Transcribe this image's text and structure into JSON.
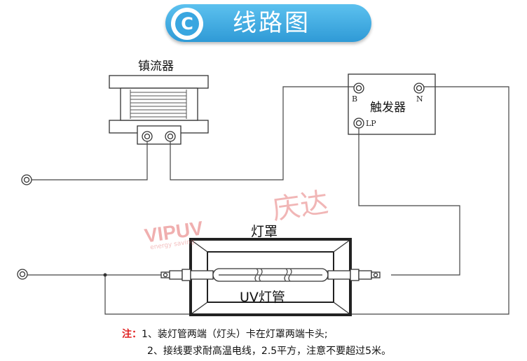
{
  "header": {
    "logo_glyph": "C",
    "title": "线路图",
    "color": "#3aa5e0"
  },
  "components": {
    "ballast": "镇流器",
    "trigger": "触发器",
    "lamp_housing": "灯罩",
    "uv_lamp": "UV灯管"
  },
  "trigger_pins": {
    "b": "B",
    "n": "N",
    "lp": "LP"
  },
  "watermark": {
    "brand": "VIPUV",
    "sub": "energy saving",
    "cn": "庆达"
  },
  "notes": {
    "prefix": "注：",
    "line1": "1、装灯管两端（灯头）卡在灯罩两端卡头;",
    "line2": "2、接线要求耐高温电线，2.5平方，注意不要超过5米。"
  }
}
